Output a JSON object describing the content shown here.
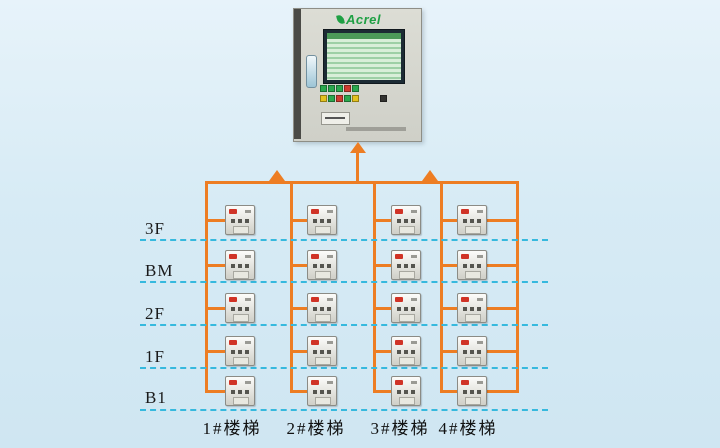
{
  "panel": {
    "brand": "Acrel"
  },
  "floors": [
    {
      "label": "3F"
    },
    {
      "label": "BM"
    },
    {
      "label": "2F"
    },
    {
      "label": "1F"
    },
    {
      "label": "B1"
    }
  ],
  "columns": [
    {
      "label": "1#楼梯"
    },
    {
      "label": "2#楼梯"
    },
    {
      "label": "3#楼梯"
    },
    {
      "label": "4#楼梯"
    }
  ],
  "colors": {
    "accent_orange": "#ed7d23",
    "floor_line_cyan": "#36b9de",
    "brand_green": "#1fa044",
    "background_blue": "#d7ebf5",
    "alarm_red": "#d03326"
  }
}
